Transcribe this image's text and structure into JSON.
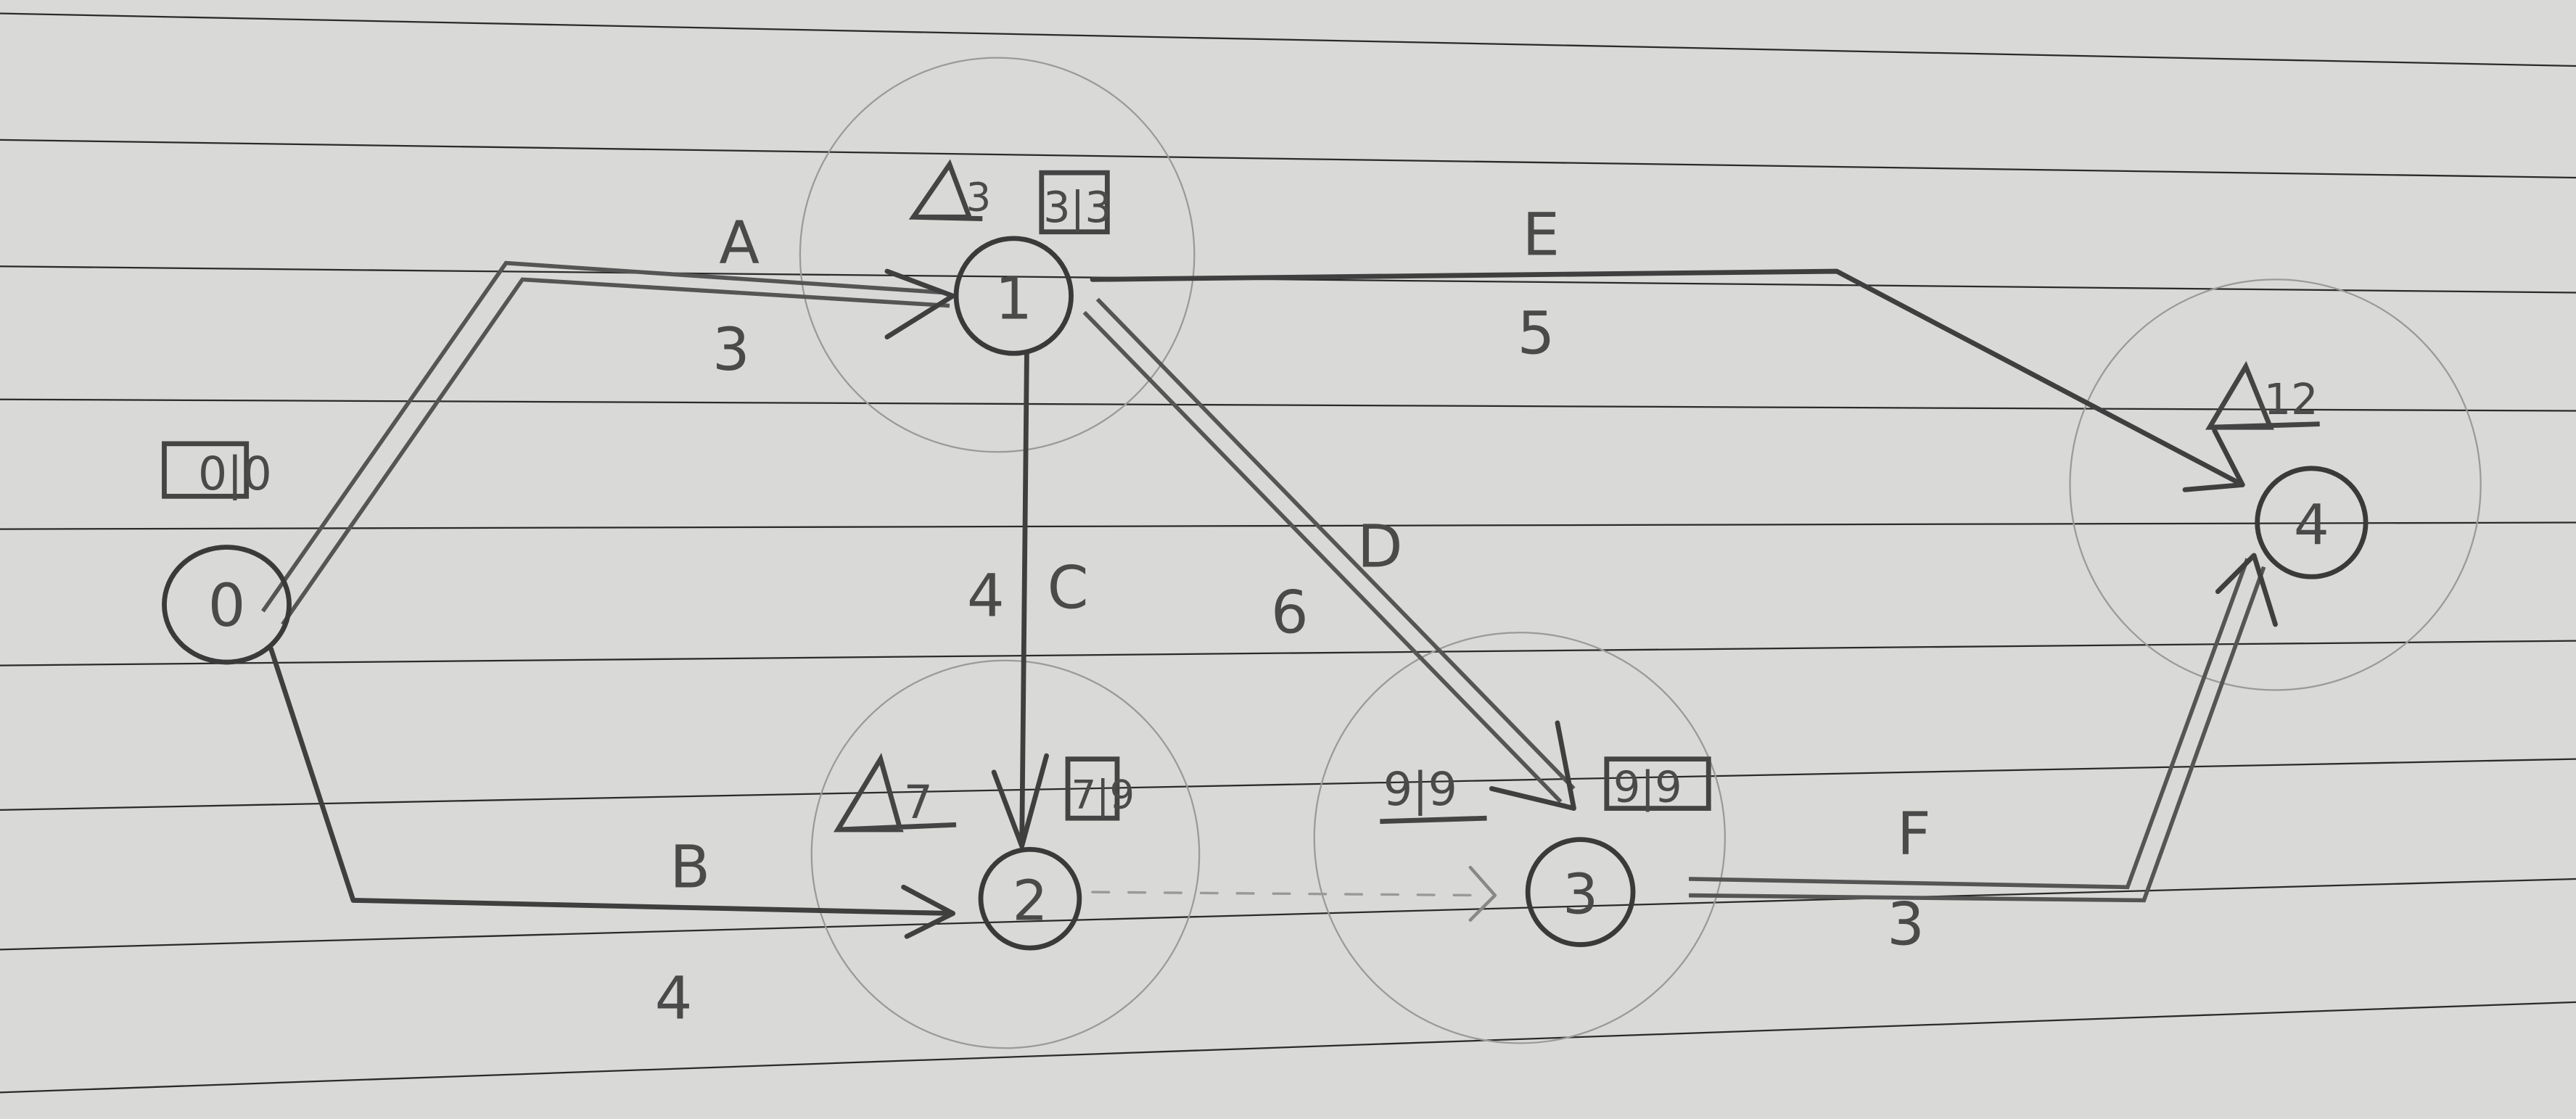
{
  "nodes": [
    {
      "id": "0",
      "box": "0|0"
    },
    {
      "id": "1",
      "triangle": "3",
      "box": "3|3"
    },
    {
      "id": "2",
      "triangle": "7",
      "box": "7|9"
    },
    {
      "id": "3",
      "triangle": "9|9",
      "box": "9|9"
    },
    {
      "id": "4",
      "triangle": "12"
    }
  ],
  "activities": [
    {
      "name": "A",
      "duration": "3",
      "critical": true
    },
    {
      "name": "B",
      "duration": "4",
      "critical": false
    },
    {
      "name": "C",
      "duration": "4",
      "critical": false
    },
    {
      "name": "D",
      "duration": "6",
      "critical": true
    },
    {
      "name": "E",
      "duration": "5",
      "critical": false
    },
    {
      "name": "F",
      "duration": "3",
      "critical": true
    }
  ]
}
